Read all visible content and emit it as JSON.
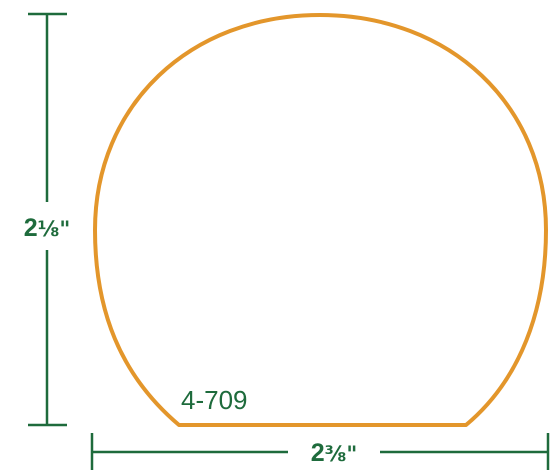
{
  "diagram": {
    "part_number": "4-709",
    "height_dimension": {
      "whole": "2",
      "fraction": "⅛\""
    },
    "width_dimension": {
      "whole": "2",
      "fraction": "⅜\""
    },
    "colors": {
      "profile_outline": "#E3962B",
      "dimension_lines": "#1E6B3C",
      "part_label": "#1E6B3C"
    }
  }
}
